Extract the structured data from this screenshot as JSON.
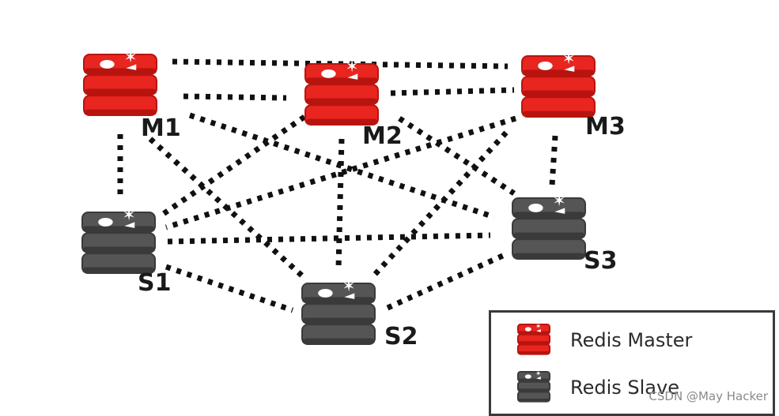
{
  "nodes": [
    {
      "id": "M1",
      "label": "M1",
      "role": "master"
    },
    {
      "id": "M2",
      "label": "M2",
      "role": "master"
    },
    {
      "id": "M3",
      "label": "M3",
      "role": "master"
    },
    {
      "id": "S1",
      "label": "S1",
      "role": "slave"
    },
    {
      "id": "S2",
      "label": "S2",
      "role": "slave"
    },
    {
      "id": "S3",
      "label": "S3",
      "role": "slave"
    }
  ],
  "edges": [
    [
      "M1",
      "M2"
    ],
    [
      "M2",
      "M3"
    ],
    [
      "M1",
      "M3"
    ],
    [
      "M1",
      "S1"
    ],
    [
      "M2",
      "S2"
    ],
    [
      "M3",
      "S3"
    ],
    [
      "M1",
      "S2"
    ],
    [
      "M1",
      "S3"
    ],
    [
      "M2",
      "S1"
    ],
    [
      "M2",
      "S3"
    ],
    [
      "M3",
      "S1"
    ],
    [
      "M3",
      "S2"
    ],
    [
      "S1",
      "S2"
    ],
    [
      "S2",
      "S3"
    ],
    [
      "S1",
      "S3"
    ]
  ],
  "legend": {
    "master_label": "Redis Master",
    "slave_label": "Redis Slave"
  },
  "colors": {
    "master": "#e8251f",
    "master_dark": "#b8140f",
    "slave": "#555555",
    "slave_dark": "#3a3a3a",
    "link": "#111111"
  },
  "watermark": "CSDN @May Hacker"
}
